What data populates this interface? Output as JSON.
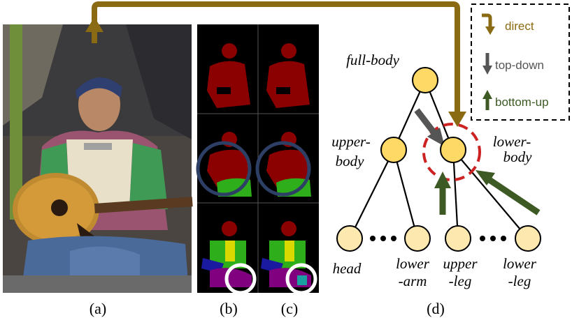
{
  "panels": {
    "a": "(a)",
    "b": "(b)",
    "c": "(c)",
    "d": "(d)"
  },
  "legend": {
    "direct": "direct",
    "top_down": "top-down",
    "bottom_up": "bottom-up"
  },
  "tree": {
    "full_body": "full-body",
    "upper_body_1": "upper-",
    "upper_body_2": "body",
    "lower_body_1": "lower-",
    "lower_body_2": "body",
    "head": "head",
    "lower_arm_1": "lower",
    "lower_arm_2": "-arm",
    "upper_leg_1": "upper",
    "upper_leg_2": "-leg",
    "lower_leg_1": "lower",
    "lower_leg_2": "-leg"
  },
  "colors": {
    "direct": "#8a6a12",
    "top_down": "#555555",
    "bottom_up": "#3d5a25",
    "node_fill": "#ffd966",
    "leaf_fill": "#fde8b0",
    "seg_red": "#8b0000",
    "seg_green": "#2eae1a",
    "seg_blue": "#1a1aa0",
    "seg_purple": "#800080",
    "circle_blue": "#2e3f66",
    "circle_dashed": "#cc2222"
  }
}
